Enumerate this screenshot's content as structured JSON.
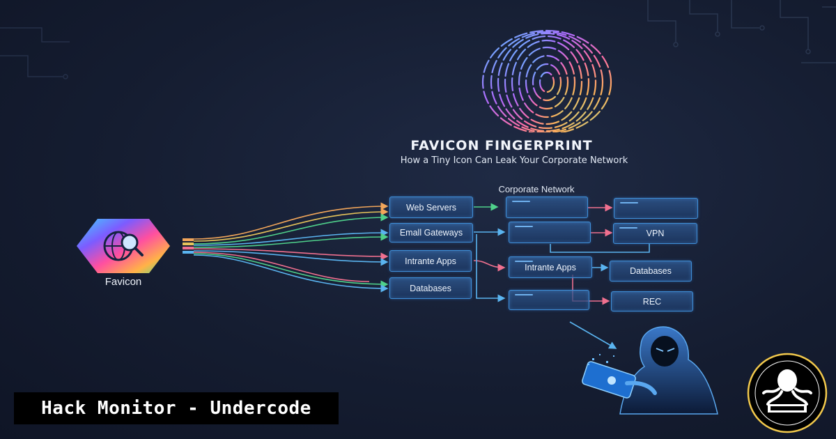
{
  "title": "FAVICON FINGERPRINT",
  "subtitle": "How a Tiny Icon Can Leak Your Corporate Network",
  "favicon": {
    "label": "Favicon",
    "icon": "globe-magnifier-icon"
  },
  "network": {
    "title": "Corporate Network",
    "targets": [
      {
        "label": "Web Servers"
      },
      {
        "label": "Emall Gateways"
      },
      {
        "label": "Intrante Apps"
      },
      {
        "label": "Databases"
      }
    ],
    "nodes": [
      {
        "label": ""
      },
      {
        "label": ""
      },
      {
        "label": "Intrante Apps"
      },
      {
        "label": ""
      },
      {
        "label": ""
      },
      {
        "label": "VPN"
      },
      {
        "label": "Databases"
      },
      {
        "label": "REC"
      }
    ]
  },
  "brand": {
    "label": "Hack Monitor - Undercode"
  },
  "colors": {
    "background": "#151d31",
    "box_border": "#3f8fd8",
    "line_orange": "#f2a65a",
    "line_green": "#4fd18b",
    "line_pink": "#f0708f",
    "line_blue": "#5ab4f0"
  }
}
